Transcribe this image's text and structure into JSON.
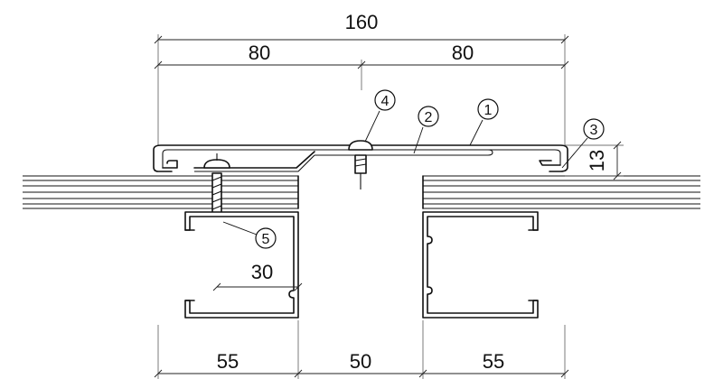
{
  "dimensions": {
    "overall_width": "160",
    "half_left": "80",
    "half_right": "80",
    "height_right": "13",
    "purlin_lip": "30",
    "bottom_left": "55",
    "bottom_center": "50",
    "bottom_right": "55"
  },
  "callouts": {
    "c1": "1",
    "c2": "2",
    "c3": "3",
    "c4": "4",
    "c5": "5"
  }
}
